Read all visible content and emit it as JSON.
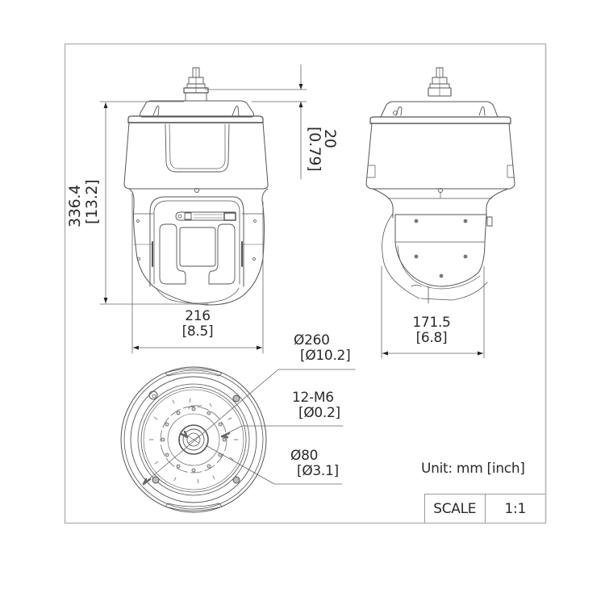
{
  "drawing": {
    "subject": "PTZ dome camera dimension drawing",
    "colors": {
      "line": "#555555",
      "frame": "#b5b5b5",
      "text": "#2a2a2a"
    }
  },
  "front_view": {
    "height_dim": {
      "value": "336.4",
      "inch": "[13.2]"
    },
    "width_dim": {
      "value": "216",
      "inch": "[8.5]"
    },
    "connector_dim": {
      "value": "20",
      "inch": "[0.79]"
    }
  },
  "side_view": {
    "depth_dim": {
      "value": "171.5",
      "inch": "[6.8]"
    }
  },
  "bottom_view": {
    "callouts": [
      {
        "value": "Ø260",
        "inch": "[Ø10.2]"
      },
      {
        "value": "12-M6",
        "inch": "[Ø0.2]"
      },
      {
        "value": "Ø80",
        "inch": "[Ø3.1]"
      }
    ]
  },
  "title_block": {
    "unit_label": "Unit: mm [inch]",
    "scale_key": "SCALE",
    "scale_value": "1:1"
  }
}
